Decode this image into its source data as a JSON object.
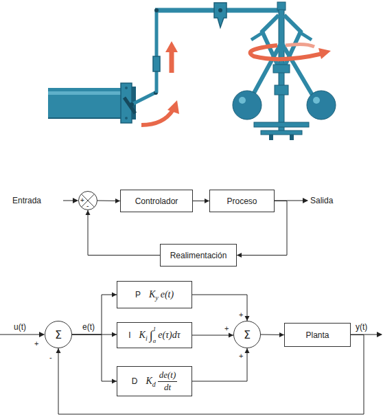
{
  "diagram": {
    "nodes": [
      {
        "text": [
          "+",
          "-"
        ]
      },
      {
        "text": [
          "Controlador"
        ]
      },
      {
        "text": [
          "Proceso"
        ]
      },
      {
        "text": [
          "Realimentación"
        ]
      },
      {
        "text": [
          "Σ"
        ]
      },
      {
        "text": [
          "P",
          "K",
          "y",
          "e(t)"
        ]
      },
      {
        "text": [
          "I",
          "K",
          "i",
          "∫",
          "1",
          "a",
          "e(τ)dτ"
        ]
      },
      {
        "text": [
          "D",
          "K",
          "d",
          "de(t)",
          "dt"
        ]
      },
      {
        "text": [
          "Σ"
        ]
      },
      {
        "text": [
          "Planta"
        ]
      }
    ],
    "edges": [
      {
        "from": 0,
        "to": 1,
        "arrow": "to"
      },
      {
        "from": 1,
        "to": 2,
        "arrow": "to"
      },
      {
        "from": 2,
        "to": 3,
        "arrow": "to"
      },
      {
        "from": 3,
        "to": 0,
        "arrow": "to"
      },
      {
        "from": 4,
        "to": 5,
        "arrow": "to"
      },
      {
        "from": 4,
        "to": 6,
        "arrow": "to"
      },
      {
        "from": 4,
        "to": 7,
        "arrow": "to"
      },
      {
        "from": 5,
        "to": 8,
        "arrow": "to"
      },
      {
        "from": 6,
        "to": 8,
        "arrow": "to"
      },
      {
        "from": 7,
        "to": 8,
        "arrow": "to"
      },
      {
        "from": 8,
        "to": 9,
        "arrow": "to"
      },
      {
        "from": 9,
        "to": 4,
        "arrow": "to"
      }
    ],
    "labels": [
      "Entrada",
      "Salida",
      "u(t)",
      "+",
      "-",
      "e(t)",
      "+",
      "+",
      "+",
      "y(t)"
    ]
  }
}
